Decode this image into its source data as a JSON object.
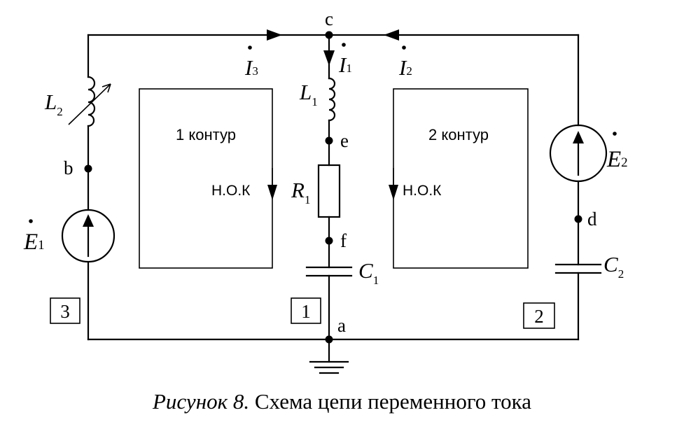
{
  "nodes": {
    "a": "a",
    "b": "b",
    "c": "c",
    "d": "d",
    "e": "e",
    "f": "f"
  },
  "components": {
    "L1": {
      "letter": "L",
      "sub": "1"
    },
    "L2": {
      "letter": "L",
      "sub": "2"
    },
    "R1": {
      "letter": "R",
      "sub": "1"
    },
    "C1": {
      "letter": "C",
      "sub": "1"
    },
    "C2": {
      "letter": "C",
      "sub": "2"
    },
    "E1": {
      "letter": "E",
      "sub": "1"
    },
    "E2": {
      "letter": "E",
      "sub": "2"
    }
  },
  "currents": {
    "I1": {
      "letter": "I",
      "sub": "1"
    },
    "I2": {
      "letter": "I",
      "sub": "2"
    },
    "I3": {
      "letter": "I",
      "sub": "3"
    }
  },
  "loops": {
    "loop1": {
      "label": "1 контур",
      "direction_label": "Н.О.К"
    },
    "loop2": {
      "label": "2 контур",
      "direction_label": "Н.О.К"
    }
  },
  "branch_labels": {
    "b1": "1",
    "b2": "2",
    "b3": "3"
  },
  "caption": {
    "figure": "Рисунок 8.",
    "text": "Схема цепи переменного тока"
  }
}
